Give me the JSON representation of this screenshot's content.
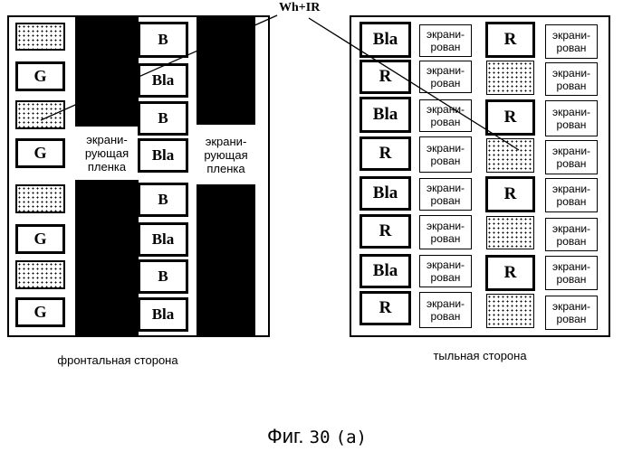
{
  "leader_label": "Wh+IR",
  "front": {
    "caption": "фронтальная сторона",
    "film_label": "экрани-\nрующая\nпленка",
    "col1": [
      "",
      "G",
      "",
      "G",
      "",
      "G",
      "",
      "G"
    ],
    "col2": [
      "B",
      "Bla",
      "B",
      "Bla",
      "B",
      "Bla",
      "B",
      "Bla"
    ]
  },
  "back": {
    "caption": "тыльная сторона",
    "big": [
      "Bla",
      "R",
      "Bla",
      "R",
      "Bla",
      "R",
      "Bla",
      "R"
    ],
    "small_text": "экрани-\nрован",
    "r_col": [
      "R",
      "",
      "R",
      "",
      "R",
      "",
      "R",
      ""
    ]
  },
  "figure": {
    "prefix": "Фиг.",
    "number": "30",
    "suffix": "(a)"
  }
}
